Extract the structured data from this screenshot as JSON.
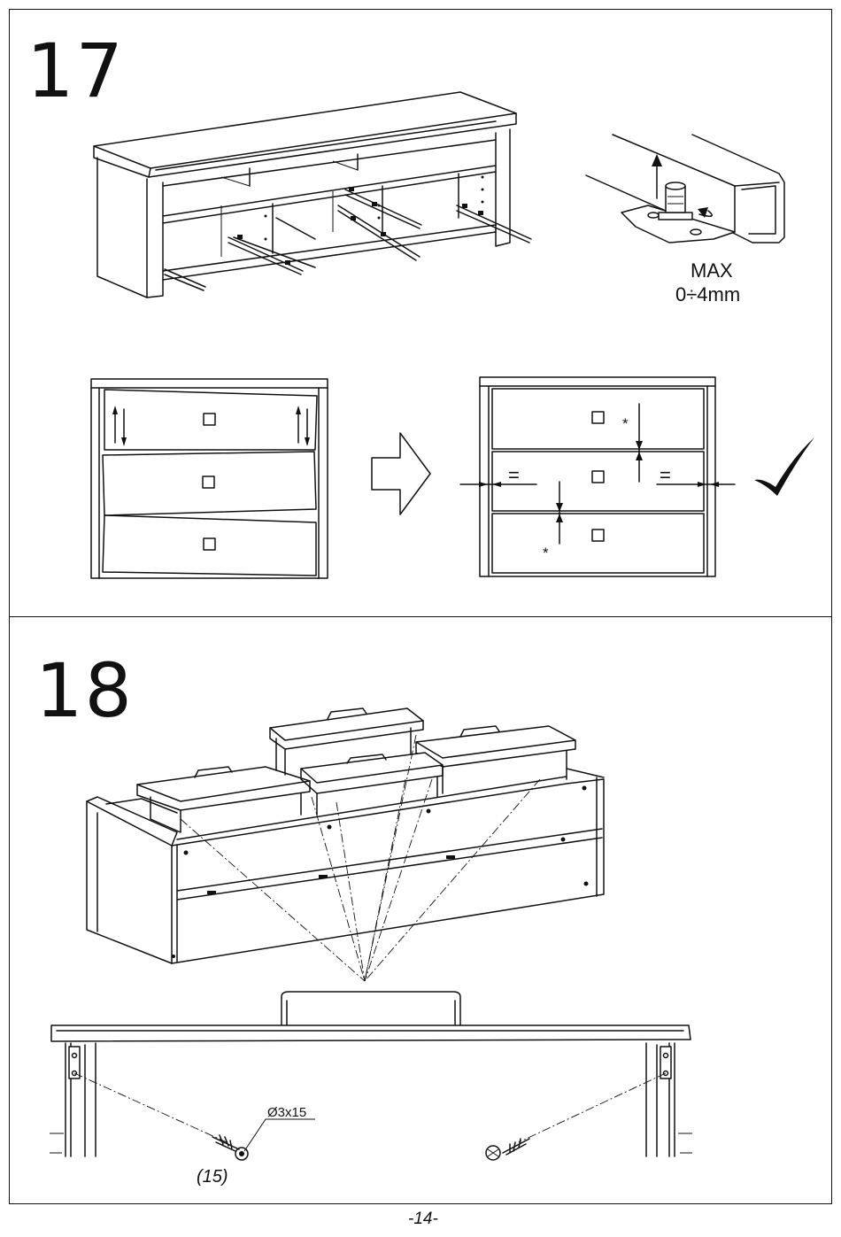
{
  "page": {
    "number_label": "-14-"
  },
  "step17": {
    "number": "17",
    "adjuster_label_1": "MAX",
    "adjuster_label_2": "0÷4mm",
    "gap_symbol": "*",
    "equal_symbol": "="
  },
  "step18": {
    "number": "18",
    "screw_spec": "Ø3x15",
    "screw_part_ref": "(15)"
  }
}
